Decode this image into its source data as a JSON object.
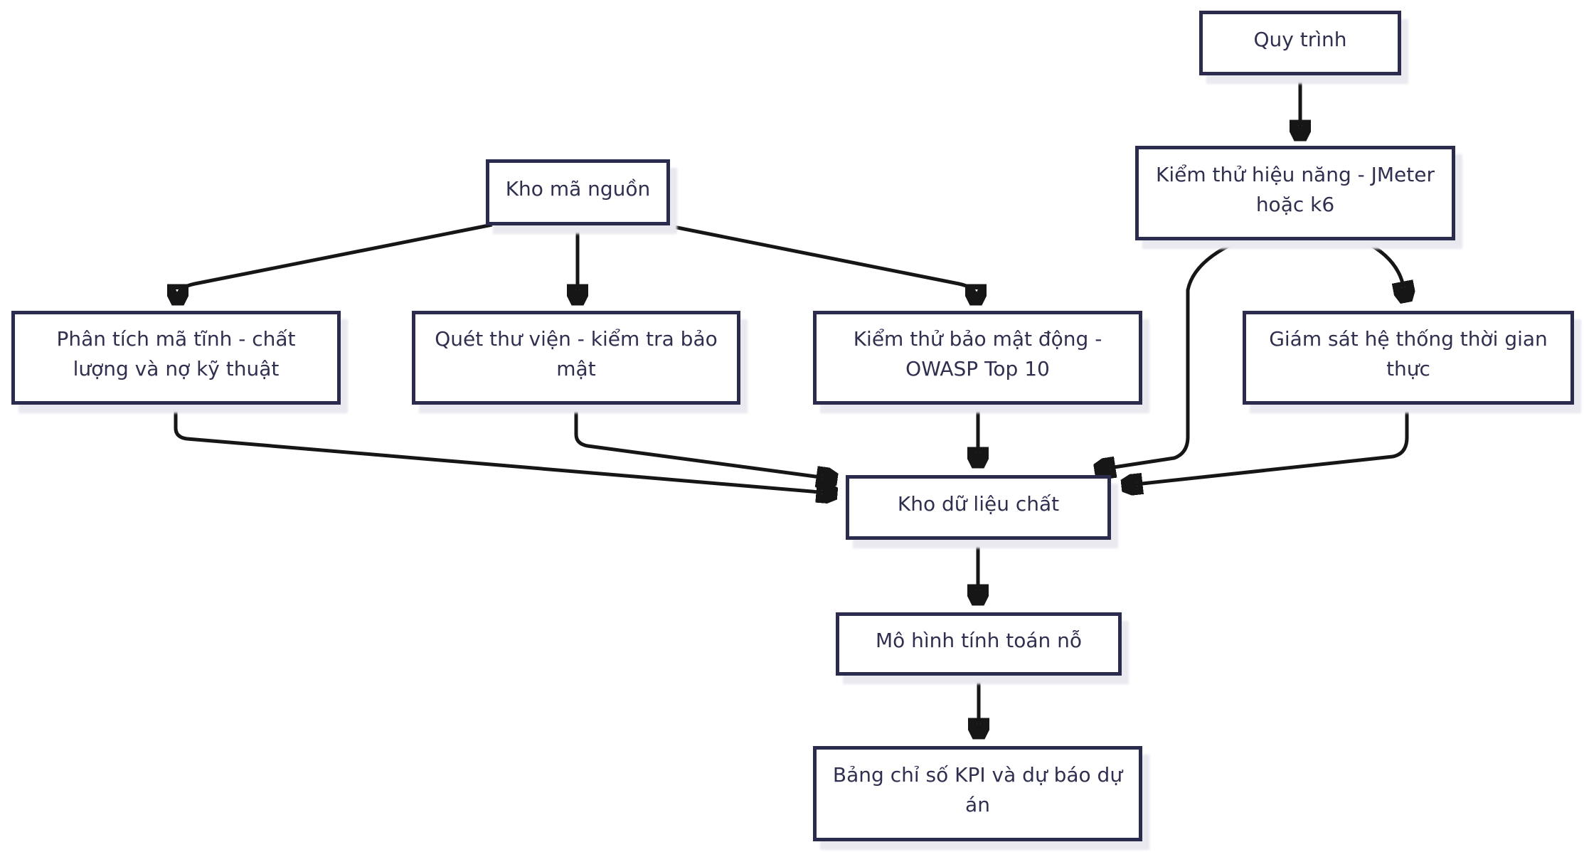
{
  "diagram_type": "flowchart",
  "colors": {
    "border": "#2b2b4d",
    "text": "#2f2f4f",
    "arrow": "#161616",
    "node_bg": "#ffffff",
    "page_bg": "#ffffff",
    "shadow": "#e9e9ef"
  },
  "nodes": {
    "quy_trinh": {
      "label": "Quy trình"
    },
    "kiem_thu_hieu_nang": {
      "label": "Kiểm thử hiệu năng - JMeter hoặc k6"
    },
    "kho_ma_nguon": {
      "label": "Kho mã nguồn"
    },
    "phan_tich_ma_tinh": {
      "label": "Phân tích mã tĩnh - chất lượng và nợ kỹ thuật"
    },
    "quet_thu_vien": {
      "label": "Quét thư viện - kiểm tra bảo mật"
    },
    "kiem_thu_bao_mat_dong": {
      "label": "Kiểm thử bảo mật động - OWASP Top 10"
    },
    "giam_sat_he_thong": {
      "label": "Giám sát hệ thống thời gian thực"
    },
    "kho_du_lieu_chat": {
      "label": "Kho dữ liệu chất"
    },
    "mo_hinh_tinh_toan": {
      "label": "Mô hình tính toán nỗ"
    },
    "bang_kpi": {
      "label": "Bảng chỉ số KPI và dự báo dự án"
    }
  },
  "edges": [
    {
      "from": "quy_trinh",
      "to": "kiem_thu_hieu_nang"
    },
    {
      "from": "kho_ma_nguon",
      "to": "phan_tich_ma_tinh"
    },
    {
      "from": "kho_ma_nguon",
      "to": "quet_thu_vien"
    },
    {
      "from": "kho_ma_nguon",
      "to": "kiem_thu_bao_mat_dong"
    },
    {
      "from": "phan_tich_ma_tinh",
      "to": "kho_du_lieu_chat"
    },
    {
      "from": "quet_thu_vien",
      "to": "kho_du_lieu_chat"
    },
    {
      "from": "kiem_thu_bao_mat_dong",
      "to": "kho_du_lieu_chat"
    },
    {
      "from": "kiem_thu_hieu_nang",
      "to": "kho_du_lieu_chat"
    },
    {
      "from": "kiem_thu_hieu_nang",
      "to": "giam_sat_he_thong"
    },
    {
      "from": "giam_sat_he_thong",
      "to": "kho_du_lieu_chat"
    },
    {
      "from": "kho_du_lieu_chat",
      "to": "mo_hinh_tinh_toan"
    },
    {
      "from": "mo_hinh_tinh_toan",
      "to": "bang_kpi"
    }
  ]
}
